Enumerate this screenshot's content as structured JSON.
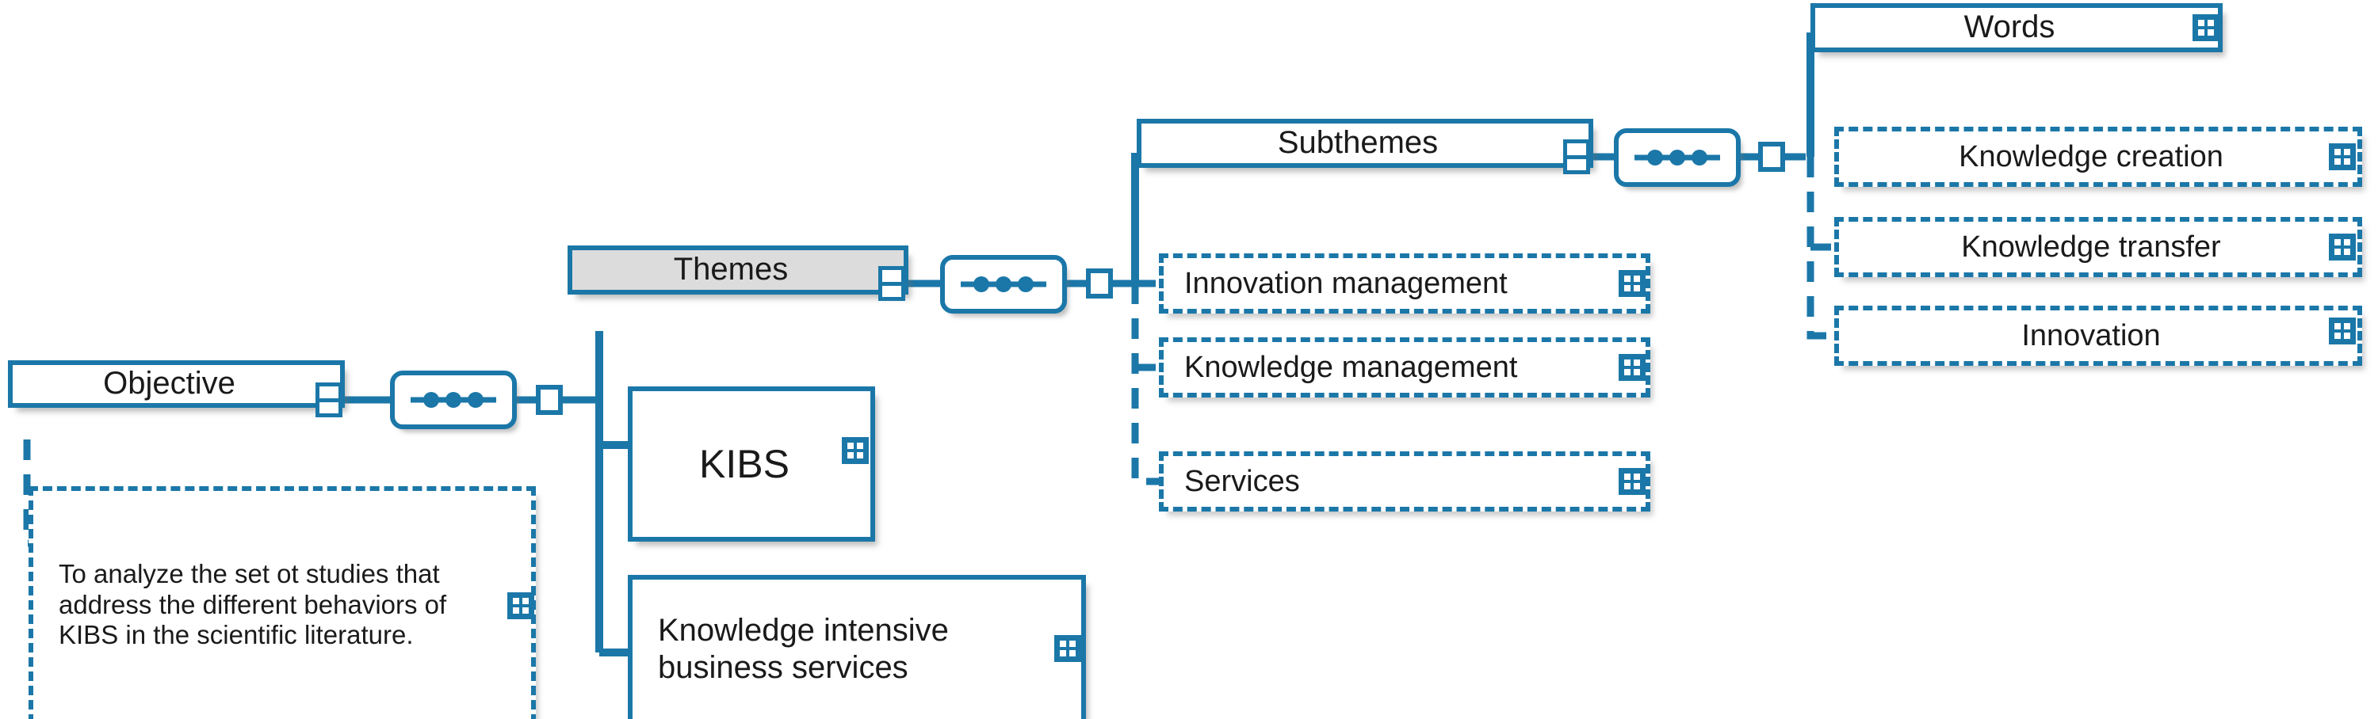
{
  "diagram": {
    "type": "concept-map",
    "accent_color": "#1b77a8",
    "fill_highlight": "#dcdcdc",
    "text_color": "#1a1a1a",
    "background": "#ffffff"
  },
  "nodes": {
    "objective": {
      "label": "Objective"
    },
    "objective_detail": {
      "label": "To analyze the set ot studies that address the different behaviors of KIBS in the scientific literature."
    },
    "themes": {
      "label": "Themes"
    },
    "kibs": {
      "label": "KIBS"
    },
    "kibs_full": {
      "label": "Knowledge intensive business services"
    },
    "subthemes": {
      "label": "Subthemes"
    },
    "innovation_management": {
      "label": "Innovation management"
    },
    "knowledge_management": {
      "label": "Knowledge management"
    },
    "services": {
      "label": "Services"
    },
    "words": {
      "label": "Words"
    },
    "knowledge_creation": {
      "label": "Knowledge creation"
    },
    "knowledge_transfer": {
      "label": "Knowledge transfer"
    },
    "innovation": {
      "label": "Innovation"
    }
  },
  "icons": {
    "grid_2x2": "grid-2x2-icon",
    "grid_1x2": "grid-1x2-icon",
    "square": "square-handle-icon",
    "relation_pill": "relation-dots-icon"
  },
  "relations": [
    {
      "from": "objective",
      "to": "themes",
      "kind": "relation-pill"
    },
    {
      "from": "themes",
      "to": "subthemes",
      "kind": "relation-pill"
    },
    {
      "from": "subthemes",
      "to": "words",
      "kind": "relation-pill"
    },
    {
      "from": "objective",
      "to": "objective_detail",
      "kind": "dashed-branch"
    },
    {
      "from": "themes",
      "to": "kibs",
      "kind": "solid-branch"
    },
    {
      "from": "themes",
      "to": "kibs_full",
      "kind": "solid-branch"
    },
    {
      "from": "subthemes",
      "to": "innovation_management",
      "kind": "dashed-branch"
    },
    {
      "from": "subthemes",
      "to": "knowledge_management",
      "kind": "dashed-branch"
    },
    {
      "from": "subthemes",
      "to": "services",
      "kind": "dashed-branch"
    },
    {
      "from": "words",
      "to": "knowledge_creation",
      "kind": "dashed-branch"
    },
    {
      "from": "words",
      "to": "knowledge_transfer",
      "kind": "dashed-branch"
    },
    {
      "from": "words",
      "to": "innovation",
      "kind": "dashed-branch"
    }
  ]
}
